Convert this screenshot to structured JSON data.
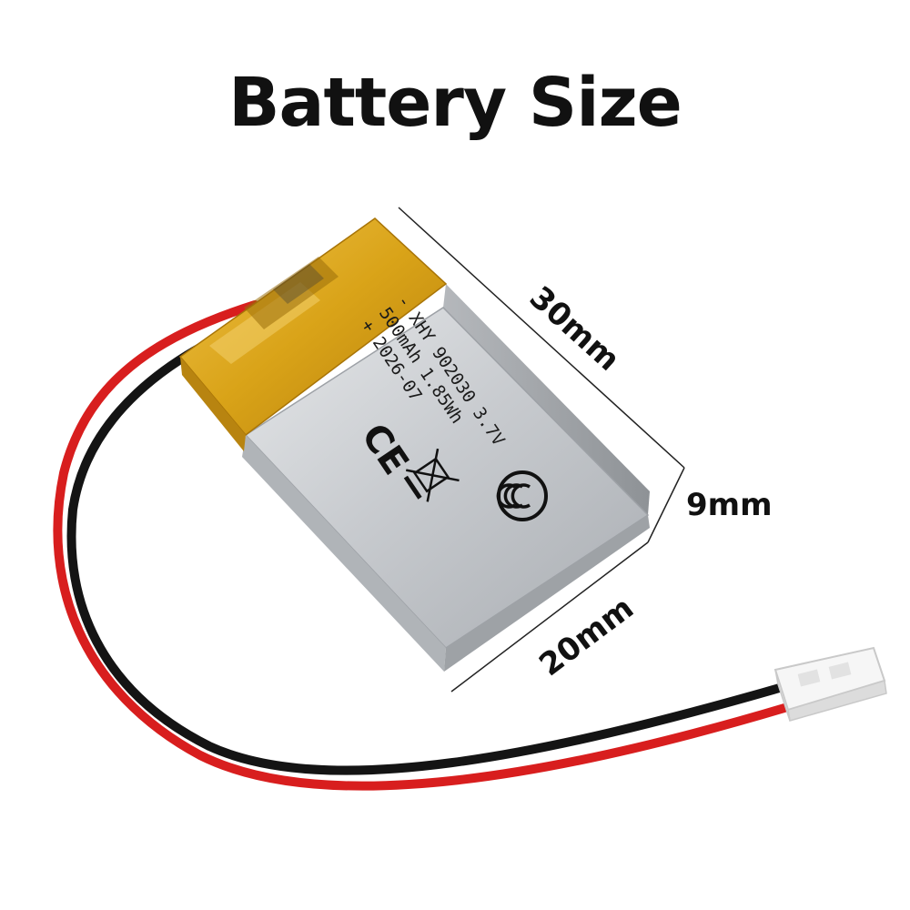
{
  "title": "Battery Size",
  "dimensions": {
    "length": "30mm",
    "width": "20mm",
    "thickness": "9mm"
  },
  "battery_label": {
    "line1": "- XHY 902030 3.7V",
    "line2": "500mAh 1.85Wh",
    "line3": "+ 2026-07",
    "ce_mark": "CE"
  },
  "icons": {
    "ce": "ce-mark-icon",
    "weee": "crossed-bin-icon",
    "ccc": "ccc-mark-icon"
  },
  "colors": {
    "wire_red": "#d81e1e",
    "wire_black": "#141414",
    "kapton": "#d9a318",
    "cell": "#c4c7cc",
    "connector": "#f4f4f4"
  }
}
